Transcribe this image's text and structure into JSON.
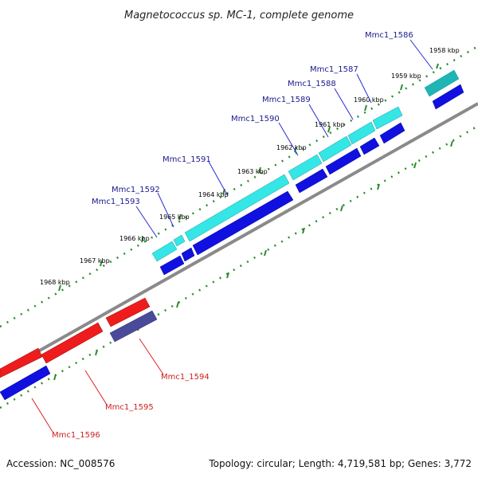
{
  "title": "Magnetococcus sp. MC-1, complete genome",
  "footer": {
    "accession": "Accession: NC_008576",
    "summary": "Topology: circular; Length: 4,719,581 bp; Genes: 3,772"
  },
  "scale_labels": [
    "1958 kbp",
    "1959 kbp",
    "1960 kbp",
    "1961 kbp",
    "1962 kbp",
    "1963 kbp",
    "1964 kbp",
    "1965 kbp",
    "1966 kbp",
    "1967 kbp",
    "1968 kbp"
  ],
  "genes_forward": [
    {
      "id": "Mmc1_1586",
      "color": "#1fb5b5"
    },
    {
      "id": "Mmc1_1587",
      "color": "#35e6e6"
    },
    {
      "id": "Mmc1_1588",
      "color": "#35e6e6"
    },
    {
      "id": "Mmc1_1589",
      "color": "#35e6e6"
    },
    {
      "id": "Mmc1_1590",
      "color": "#35e6e6"
    },
    {
      "id": "Mmc1_1591",
      "color": "#35e6e6"
    },
    {
      "id": "Mmc1_1592",
      "color": "#35e6e6"
    },
    {
      "id": "Mmc1_1593",
      "color": "#35e6e6"
    }
  ],
  "genes_reverse": [
    {
      "id": "Mmc1_1594",
      "color": "#4a4a9a"
    },
    {
      "id": "Mmc1_1595",
      "color": "#ee1c1c"
    },
    {
      "id": "Mmc1_1596",
      "color": "#ee1c1c"
    }
  ],
  "colors": {
    "backbone": "#8a8a8a",
    "scale_ticks": "#2e8b2e",
    "cds_track": "#1010e0",
    "label_blue": "#1a1a8c",
    "label_red": "#cc1f1f"
  }
}
